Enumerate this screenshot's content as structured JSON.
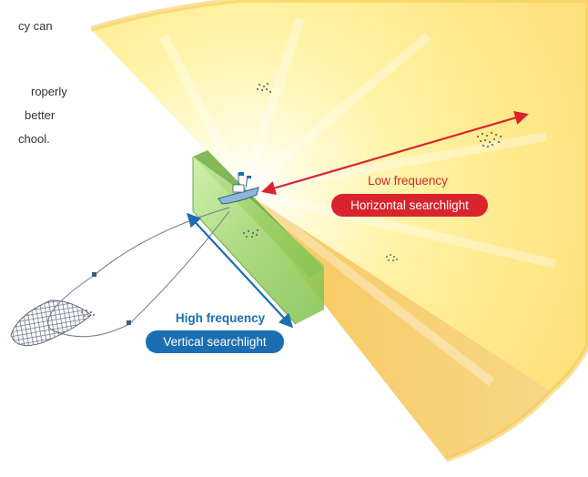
{
  "intro_text": {
    "line1": "cy can",
    "line2": "roperly",
    "line3": "better",
    "line4": "chool."
  },
  "low_frequency": {
    "title": "Low frequency",
    "badge": "Horizontal searchlight",
    "color": "#d9232d"
  },
  "high_frequency": {
    "title": "High frequency",
    "badge": "Vertical searchlight",
    "color": "#1a6fb3"
  },
  "colors": {
    "beam_yellow": "#fff59a",
    "beam_edge": "#f6c24a",
    "vertical_beam": "#9fd36a",
    "net": "#6d7b8c"
  },
  "icons": {
    "vessel": "fishing-boat-icon",
    "fish": "fish-school-icon",
    "net": "purse-seine-net-icon"
  }
}
